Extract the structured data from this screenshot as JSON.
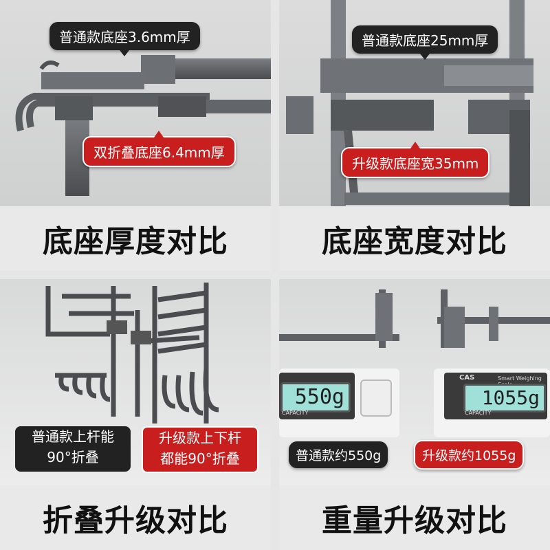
{
  "panels": [
    {
      "footer": "底座厚度对比",
      "top_label": "普通款底座3.6mm厚",
      "bottom_label": "双折叠底座6.4mm厚"
    },
    {
      "footer": "底座宽度对比",
      "top_label": "普通款底座25mm厚",
      "bottom_label": "升级款底座宽35mm"
    },
    {
      "footer": "折叠升级对比",
      "left_label": [
        "普通款上杆能",
        "90°折叠"
      ],
      "right_label": [
        "升级款上下杆",
        "都能90°折叠"
      ]
    },
    {
      "footer": "重量升级对比",
      "left_reading": "550g",
      "right_reading": "1055g",
      "left_label": "普通款约550g",
      "right_label": "升级款约1055g",
      "scale_brand": "CAS",
      "scale_model": "Smart Weighing Scale",
      "scale_cap": "CAPACITY"
    }
  ],
  "colors": {
    "accent_red": "#c91e1e",
    "dark_label": "#222222",
    "metal": "#5a5c5f"
  }
}
